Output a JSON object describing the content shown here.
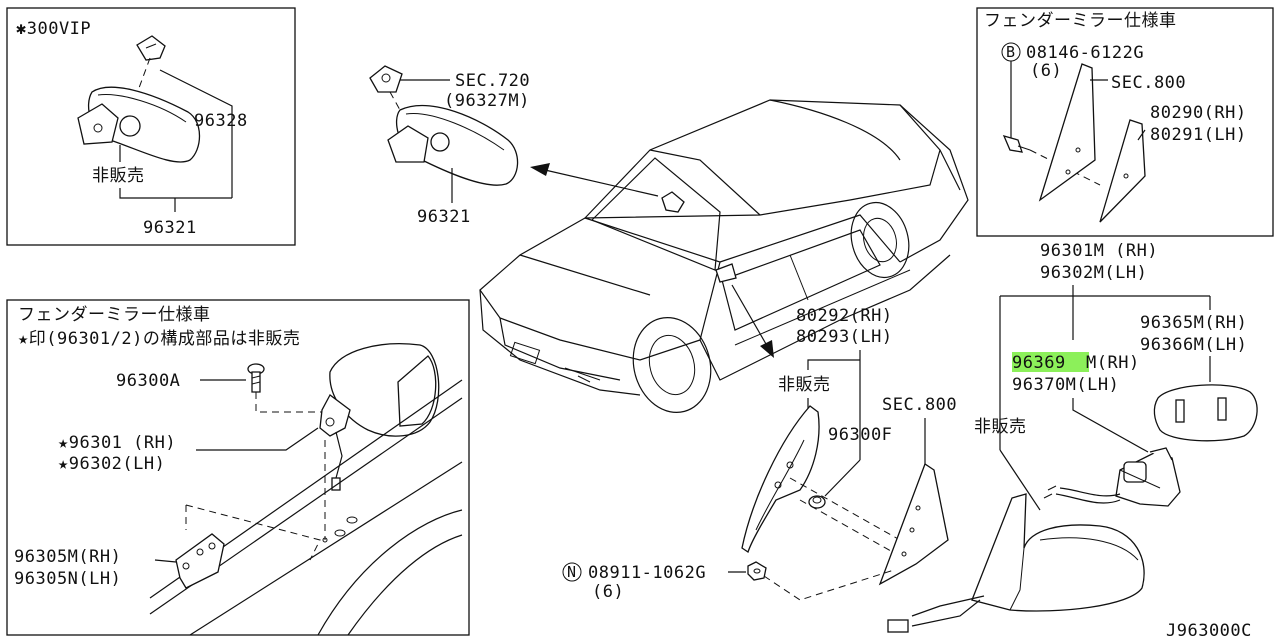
{
  "panel_300vip": {
    "title": "✱300VIP",
    "label_96328": "96328",
    "label_not_sold": "非販売",
    "label_96321": "96321"
  },
  "center_mirror": {
    "sec_720": "SEC.720",
    "sec_720_part": "(96327M)",
    "label_96321": "96321"
  },
  "panel_fender_top": {
    "title": "フェンダーミラー仕様車",
    "bolt_badge": "B",
    "bolt_part": "08146-6122G",
    "bolt_qty": "(6)",
    "sec_800": "SEC.800",
    "finisher_rh": "80290(RH)",
    "finisher_lh": "80291(LH)"
  },
  "panel_fender_bottom": {
    "title": "フェンダーミラー仕様車",
    "note": "★印(96301/2)の構成部品は非販売",
    "screw": "96300A",
    "mirror_rh": "★96301 (RH)",
    "mirror_lh": "★96302(LH)",
    "bracket_rh": "96305M(RH)",
    "bracket_lh": "96305N(LH)"
  },
  "door_mirror": {
    "assy_rh": "96301M (RH)",
    "assy_lh": "96302M(LH)",
    "corner_rh": "80292(RH)",
    "corner_lh": "80293(LH)",
    "not_sold_1": "非販売",
    "grommet": "96300F",
    "sec_800": "SEC.800",
    "not_sold_2": "非販売",
    "glass_rh": "96365M(RH)",
    "glass_lh": "96366M(LH)",
    "actuator_rh_code": "96369",
    "actuator_rh_suffix": "M(RH)",
    "actuator_lh": "96370M(LH)",
    "nut_badge": "N",
    "nut_part": "08911-1062G",
    "nut_qty": "(6)"
  },
  "diagram_code": "J963000C",
  "colors": {
    "highlight": "#8cf05a",
    "line": "#111111",
    "background": "#ffffff"
  }
}
